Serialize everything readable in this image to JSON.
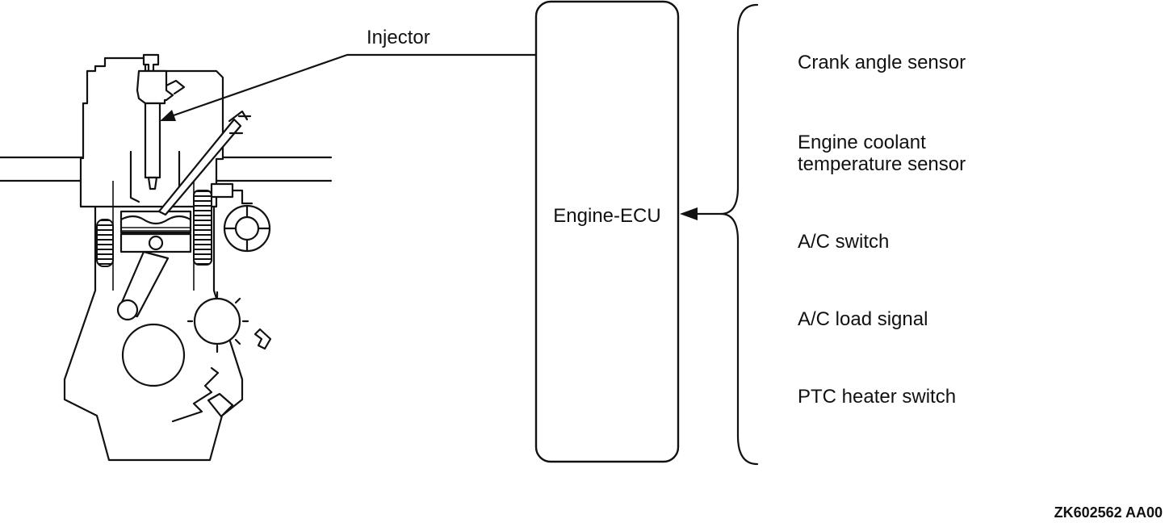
{
  "diagram": {
    "injector_label": "Injector",
    "ecu_label": "Engine-ECU",
    "inputs": [
      {
        "lines": [
          "Crank angle sensor"
        ]
      },
      {
        "lines": [
          "Engine coolant",
          "temperature sensor"
        ]
      },
      {
        "lines": [
          "A/C switch"
        ]
      },
      {
        "lines": [
          "A/C load signal"
        ]
      },
      {
        "lines": [
          "PTC heater switch"
        ]
      }
    ],
    "code": "ZK602562 AA00"
  }
}
